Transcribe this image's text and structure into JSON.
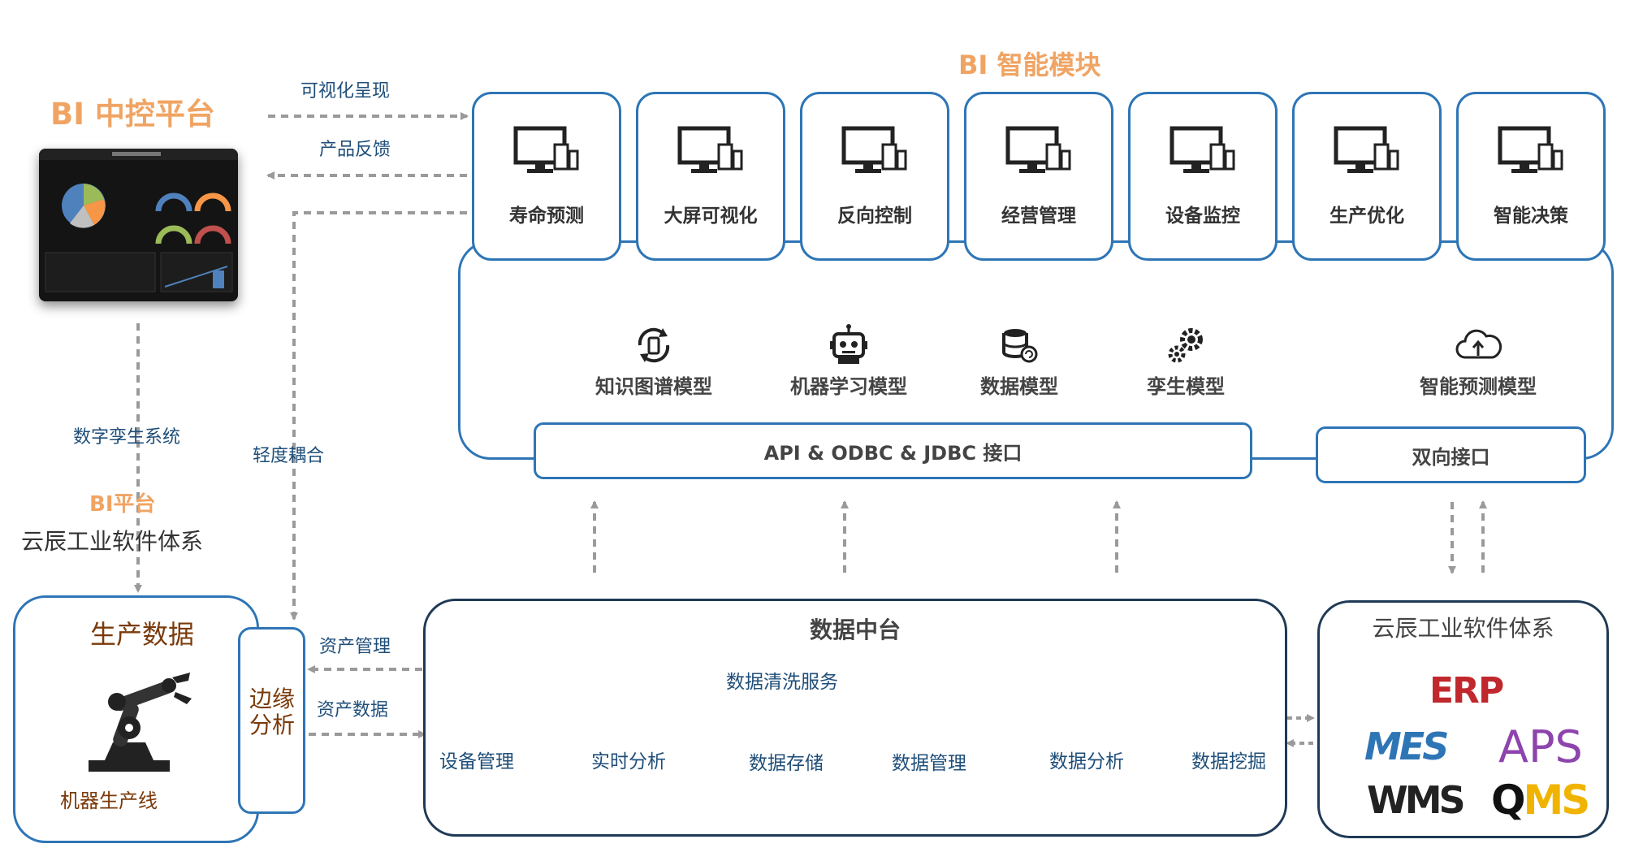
{
  "bi_center_title": "BI 中控平台",
  "bi_module_title": "BI 智能模块",
  "links": {
    "visual_presentation": "可视化呈现",
    "product_feedback": "产品反馈",
    "digital_twin_system": "数字孪生系统",
    "light_coupling": "轻度耦合",
    "asset_management": "资产管理",
    "asset_data": "资产数据"
  },
  "bi_platform_label": "BI平台",
  "yunchen_label": "云辰工业软件体系",
  "modules": [
    "寿命预测",
    "大屏可视化",
    "反向控制",
    "经营管理",
    "设备监控",
    "生产优化",
    "智能决策"
  ],
  "models": [
    {
      "label": "知识图谱模型",
      "icon": "refresh-phone-icon"
    },
    {
      "label": "机器学习模型",
      "icon": "robot-icon"
    },
    {
      "label": "数据模型",
      "icon": "database-icon"
    },
    {
      "label": "孪生模型",
      "icon": "gears-icon"
    },
    {
      "label": "智能预测模型",
      "icon": "cloud-upload-icon"
    }
  ],
  "interfaces": {
    "api": "API & ODBC & JDBC 接口",
    "bidirectional": "双向接口"
  },
  "production": {
    "title": "生产数据",
    "line": "机器生产线",
    "edge": "边缘分析"
  },
  "data_platform": {
    "title": "数据中台",
    "cleaning": "数据清洗服务",
    "flow": [
      "设备管理",
      "实时分析",
      "数据存储",
      "数据管理",
      "数据分析",
      "数据挖掘"
    ]
  },
  "software": {
    "title": "云辰工业软件体系",
    "logos": [
      "ERP",
      "MES",
      "APS",
      "WMS",
      "QMS"
    ]
  },
  "colors": {
    "accent_orange": "#f0a463",
    "frame_blue": "#2e75b6",
    "text_blue": "#1f4e79",
    "dark_frame": "#1f3a56",
    "arrow_gray": "#9a9a9a"
  }
}
